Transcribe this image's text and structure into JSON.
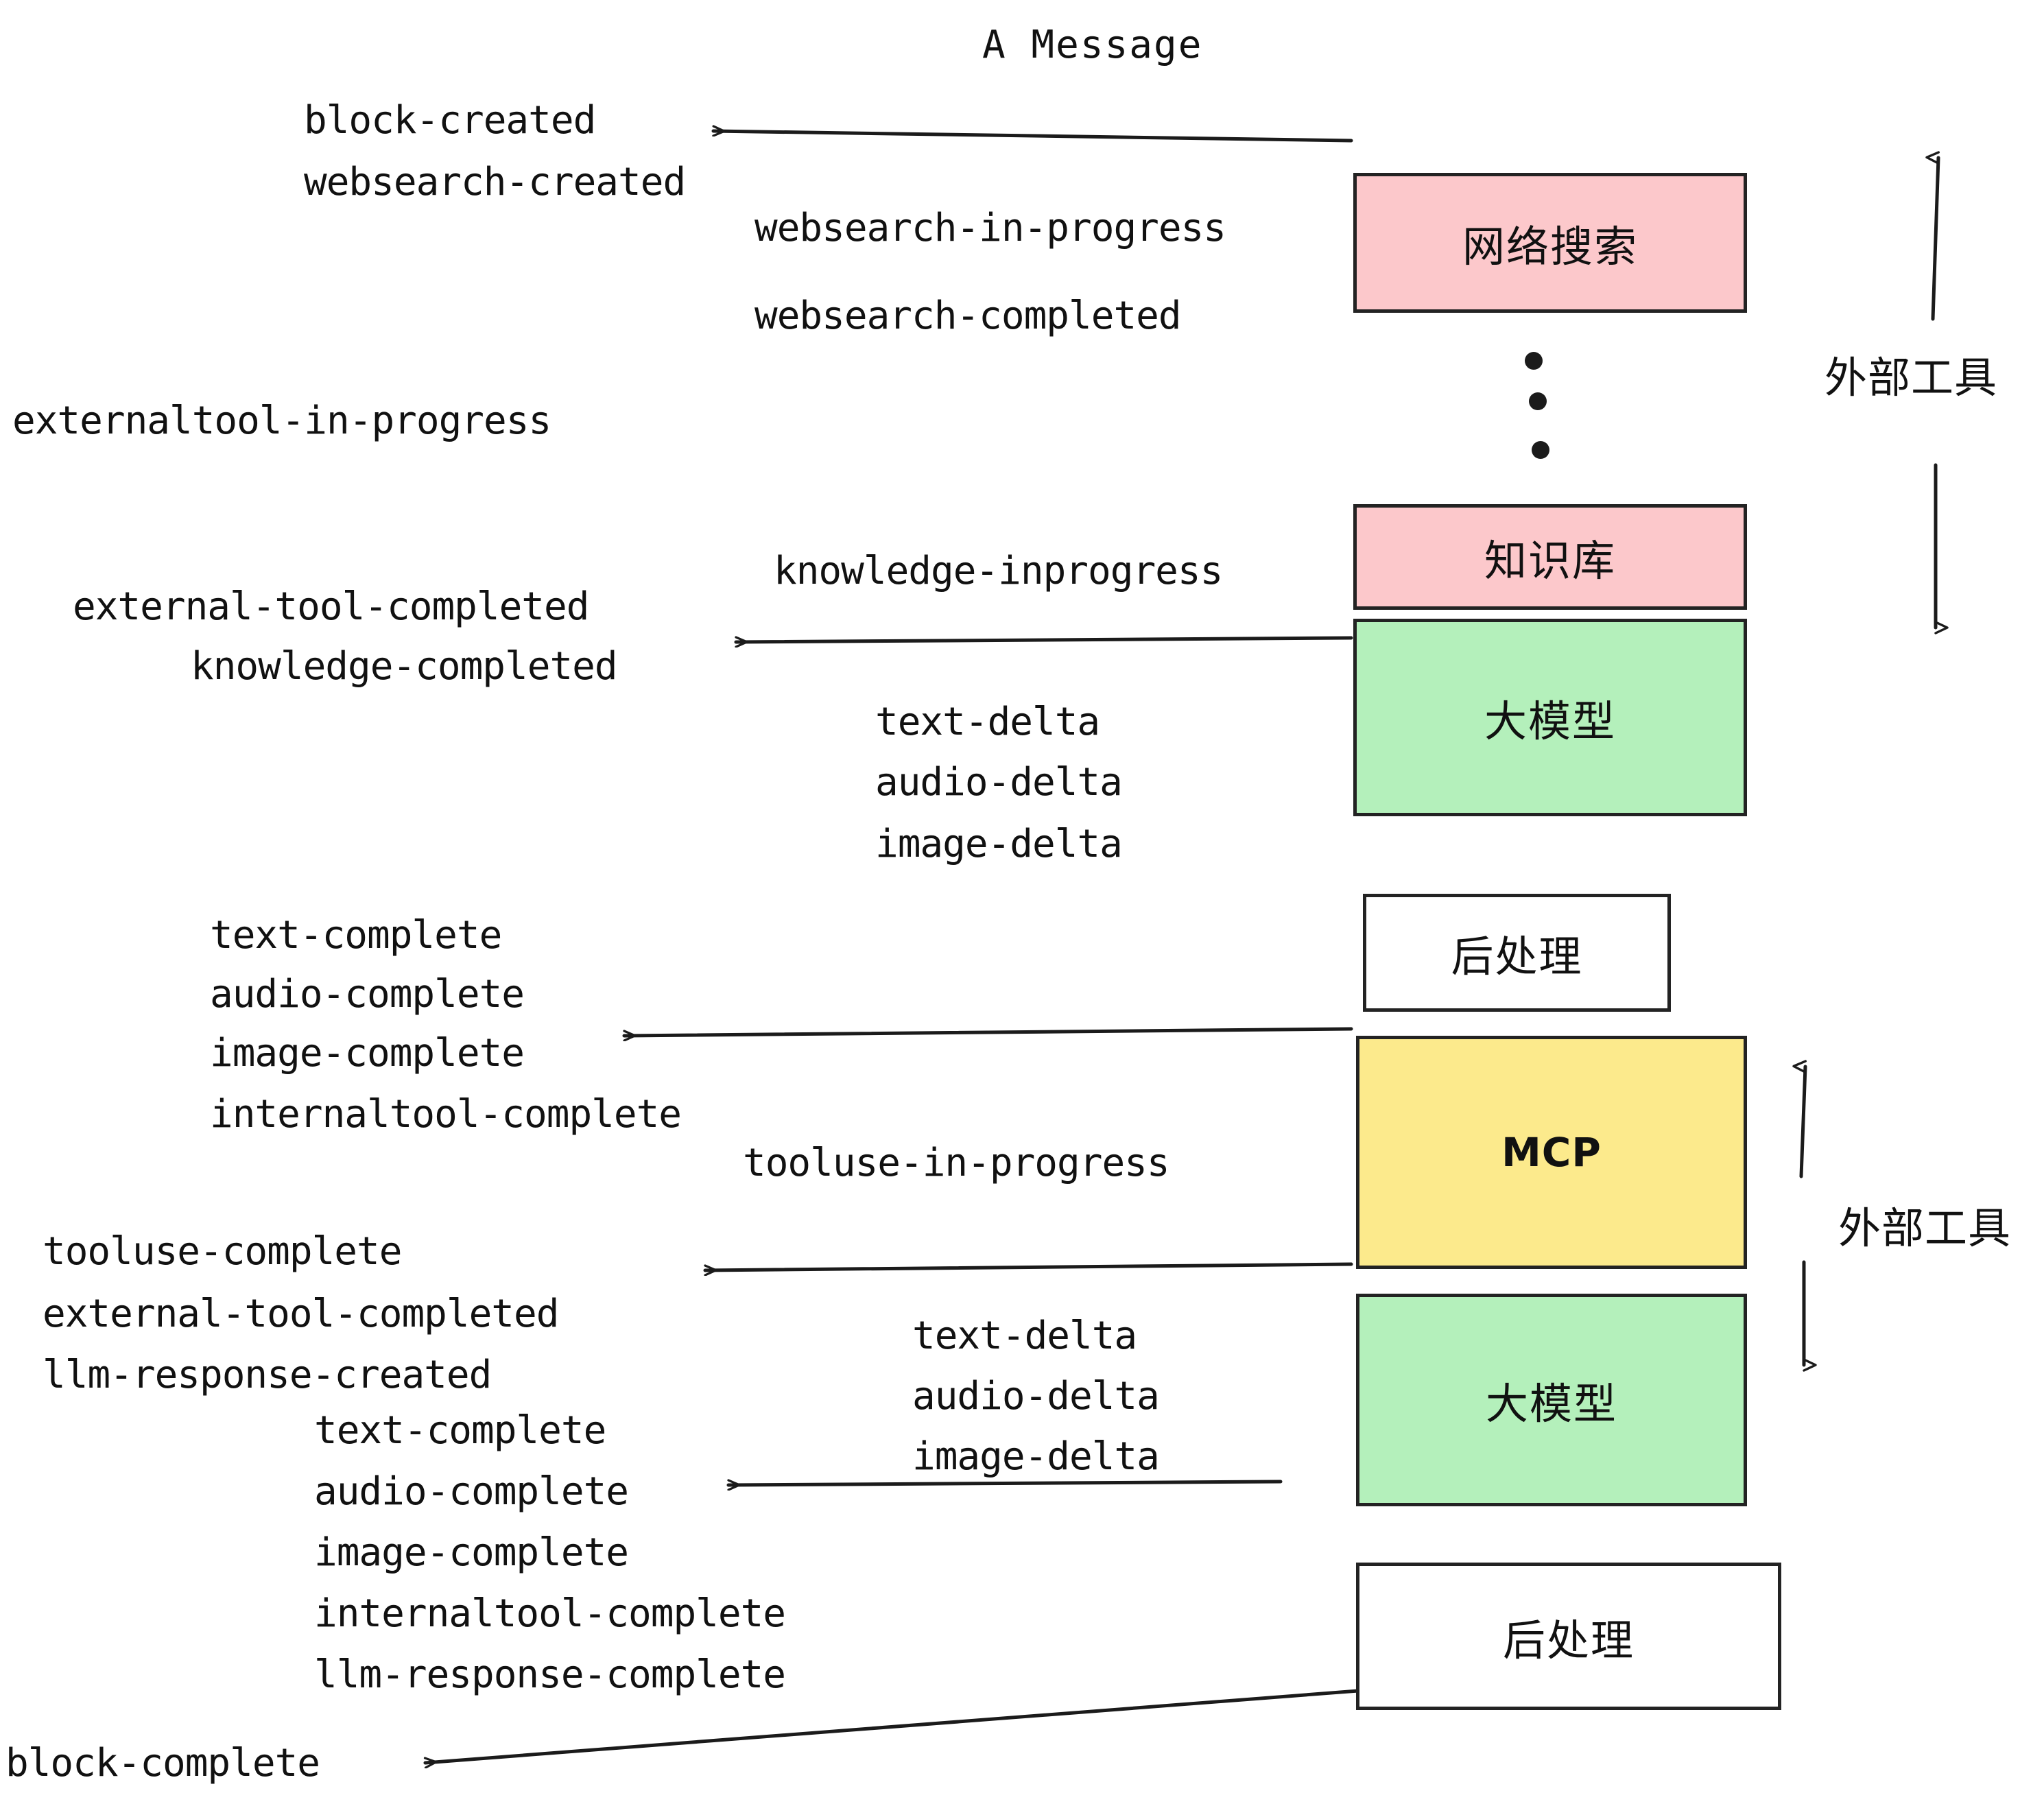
{
  "diagram": {
    "title": "A Message",
    "colors": {
      "pink": "#FCC8CB",
      "green": "#B4F0BB",
      "yellow": "#FCEA8C",
      "white": "#FFFFFF",
      "stroke": "#232323",
      "text": "#111111"
    }
  },
  "boxes": [
    {
      "id": "websearch",
      "label": "网络搜索",
      "fill": "#FCC8CB"
    },
    {
      "id": "knowledge",
      "label": "知识库",
      "fill": "#FCC8CB"
    },
    {
      "id": "llm-top",
      "label": "大模型",
      "fill": "#B4F0BB"
    },
    {
      "id": "postprocess-top",
      "label": "后处理",
      "fill": "#FFFFFF"
    },
    {
      "id": "mcp",
      "label": "MCP",
      "fill": "#FCEA8C"
    },
    {
      "id": "llm-bottom",
      "label": "大模型",
      "fill": "#B4F0BB"
    },
    {
      "id": "postprocess-bottom",
      "label": "后处理",
      "fill": "#FFFFFF"
    }
  ],
  "side_annotations": [
    {
      "id": "external-tool-top",
      "label": "外部工具"
    },
    {
      "id": "external-tool-bottom",
      "label": "外部工具"
    }
  ],
  "events": [
    {
      "id": "e01",
      "text": "block-created"
    },
    {
      "id": "e02",
      "text": "websearch-created"
    },
    {
      "id": "e03",
      "text": "websearch-in-progress"
    },
    {
      "id": "e04",
      "text": "websearch-completed"
    },
    {
      "id": "e05",
      "text": "externaltool-in-progress"
    },
    {
      "id": "e06",
      "text": "knowledge-inprogress"
    },
    {
      "id": "e07",
      "text": "external-tool-completed"
    },
    {
      "id": "e08",
      "text": "knowledge-completed"
    },
    {
      "id": "e09",
      "text": "text-delta"
    },
    {
      "id": "e10",
      "text": "audio-delta"
    },
    {
      "id": "e11",
      "text": "image-delta"
    },
    {
      "id": "e12",
      "text": "text-complete"
    },
    {
      "id": "e13",
      "text": "audio-complete"
    },
    {
      "id": "e14",
      "text": "image-complete"
    },
    {
      "id": "e15",
      "text": "internaltool-complete"
    },
    {
      "id": "e16",
      "text": "tooluse-in-progress"
    },
    {
      "id": "e17",
      "text": "tooluse-complete"
    },
    {
      "id": "e18",
      "text": "external-tool-completed"
    },
    {
      "id": "e19",
      "text": "llm-response-created"
    },
    {
      "id": "e20",
      "text": "text-complete"
    },
    {
      "id": "e21",
      "text": "audio-complete"
    },
    {
      "id": "e22",
      "text": "image-complete"
    },
    {
      "id": "e23",
      "text": "internaltool-complete"
    },
    {
      "id": "e24",
      "text": "llm-response-complete"
    },
    {
      "id": "e25",
      "text": "text-delta"
    },
    {
      "id": "e26",
      "text": "audio-delta"
    },
    {
      "id": "e27",
      "text": "image-delta"
    },
    {
      "id": "e28",
      "text": "block-complete"
    }
  ]
}
